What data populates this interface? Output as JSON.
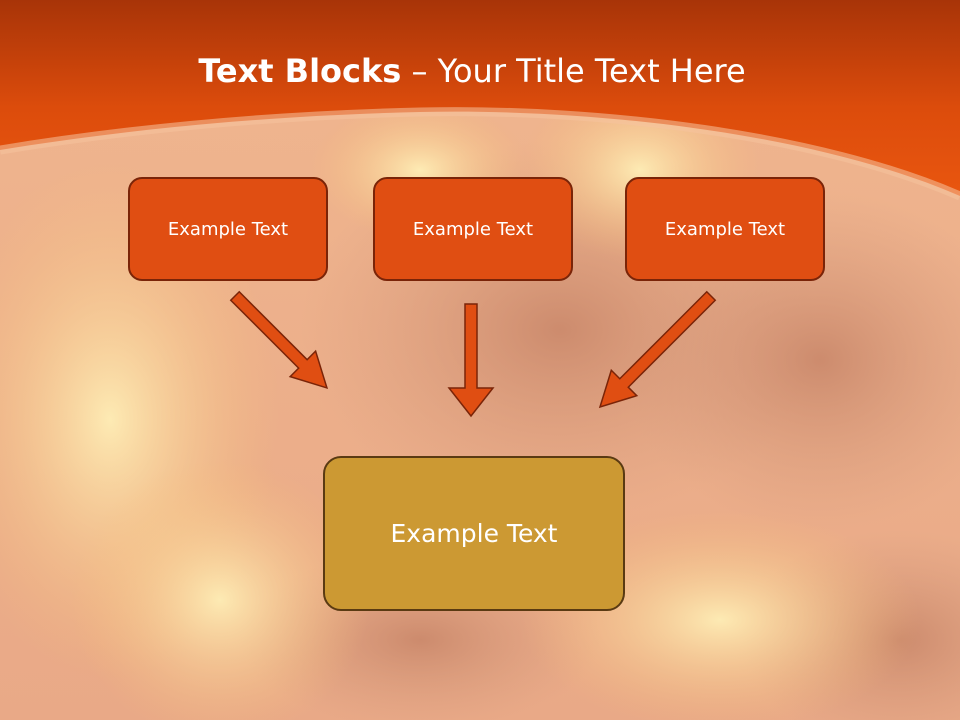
{
  "slide": {
    "title_bold": "Text Blocks",
    "title_dash": " – ",
    "title_rest": "Your Title Text Here",
    "boxes": [
      {
        "label": "Example Text"
      },
      {
        "label": "Example Text"
      },
      {
        "label": "Example Text"
      }
    ],
    "target": {
      "label": "Example Text"
    }
  },
  "colors": {
    "banner": "#e3520f",
    "top_box": "#e04e12",
    "top_box_border": "#7a2408",
    "target_box": "#cc9933",
    "target_border": "#5a3a12",
    "arrow": "#e04e12",
    "arrow_outline": "#7a2408"
  }
}
